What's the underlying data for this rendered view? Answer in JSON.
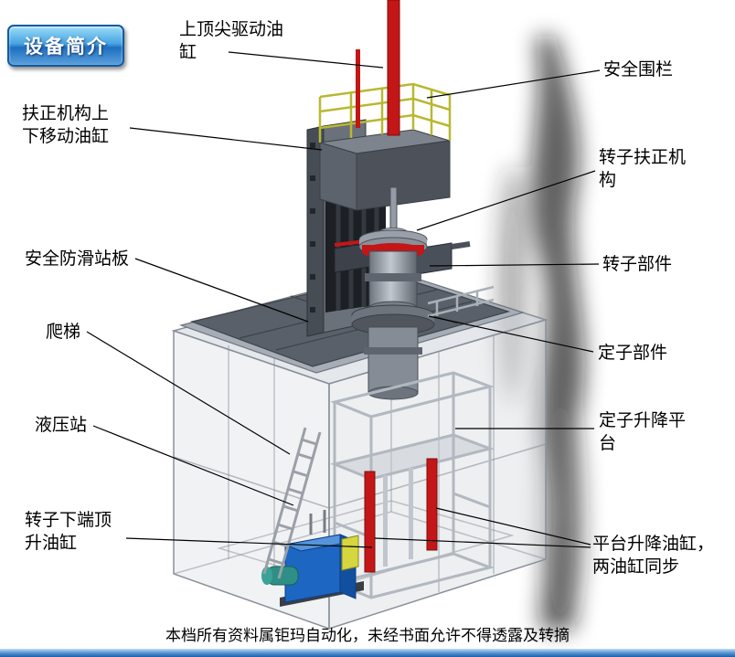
{
  "badge": {
    "label": "设备简介"
  },
  "labels": {
    "top_cylinder": "上顶尖驱动油\n缸",
    "safety_fence": "安全围栏",
    "centering_cylinder": "扶正机构上\n下移动油缸",
    "rotor_centering": "转子扶正机\n构",
    "anti_slip": "安全防滑站板",
    "rotor_part": "转子部件",
    "ladder": "爬梯",
    "stator_part": "定子部件",
    "hydraulic": "液压站",
    "stator_lift": "定子升降平\n台",
    "rotor_bottom_cylinder": "转子下端顶\n升油缸",
    "platform_cylinders": "平台升降油缸，\n两油缸同步"
  },
  "footer": {
    "text": "本档所有资料属钜玛自动化，未经书面允许不得透露及转摘"
  },
  "colors": {
    "red-accent": "#c41616",
    "hydraulic-blue": "#1d66c2",
    "railing-yellow": "#b8b832",
    "badge-blue": "#1e6fc0"
  }
}
